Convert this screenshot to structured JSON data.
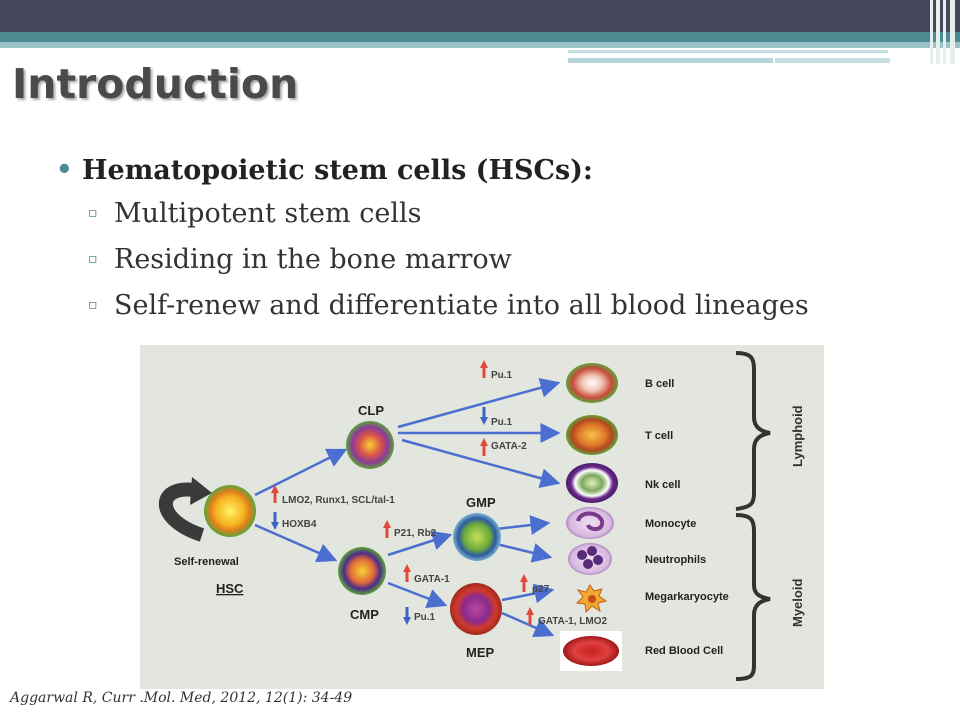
{
  "slide": {
    "title": "Introduction",
    "main_bullet": "Hematopoietic stem cells (HSCs):",
    "sub_bullets": [
      "Multipotent stem cells",
      "Residing in the bone marrow",
      "Self-renew and differentiate into all blood lineages"
    ],
    "citation": "Aggarwal R, Curr .Mol. Med, 2012, 12(1): 34-49"
  },
  "diagram": {
    "stem": {
      "name": "HSC",
      "renewal": "Self-renewal"
    },
    "progenitors": {
      "clp": "CLP",
      "cmp": "CMP",
      "gmp": "GMP",
      "mep": "MEP"
    },
    "factors": {
      "hsc_up": "LMO2, Runx1, SCL/tal-1",
      "hsc_down": "HOXB4",
      "b_up": "Pu.1",
      "t_down": "Pu.1",
      "t_up": "GATA-2",
      "gmp_up": "P21, Rb2",
      "mep_up": "GATA-1",
      "mep_down": "Pu.1",
      "mk_up": "p27",
      "rbc_up": "GATA-1, LMO2"
    },
    "cells": [
      "B cell",
      "T cell",
      "Nk cell",
      "Monocyte",
      "Neutrophils",
      "Megarkaryocyte",
      "Red Blood Cell"
    ],
    "groups": {
      "lymphoid": "Lymphoid",
      "myeloid": "Myeloid"
    },
    "colors": {
      "arrow": "#4a6fd0",
      "up": "#e04a3a",
      "down": "#3b63c4"
    }
  }
}
